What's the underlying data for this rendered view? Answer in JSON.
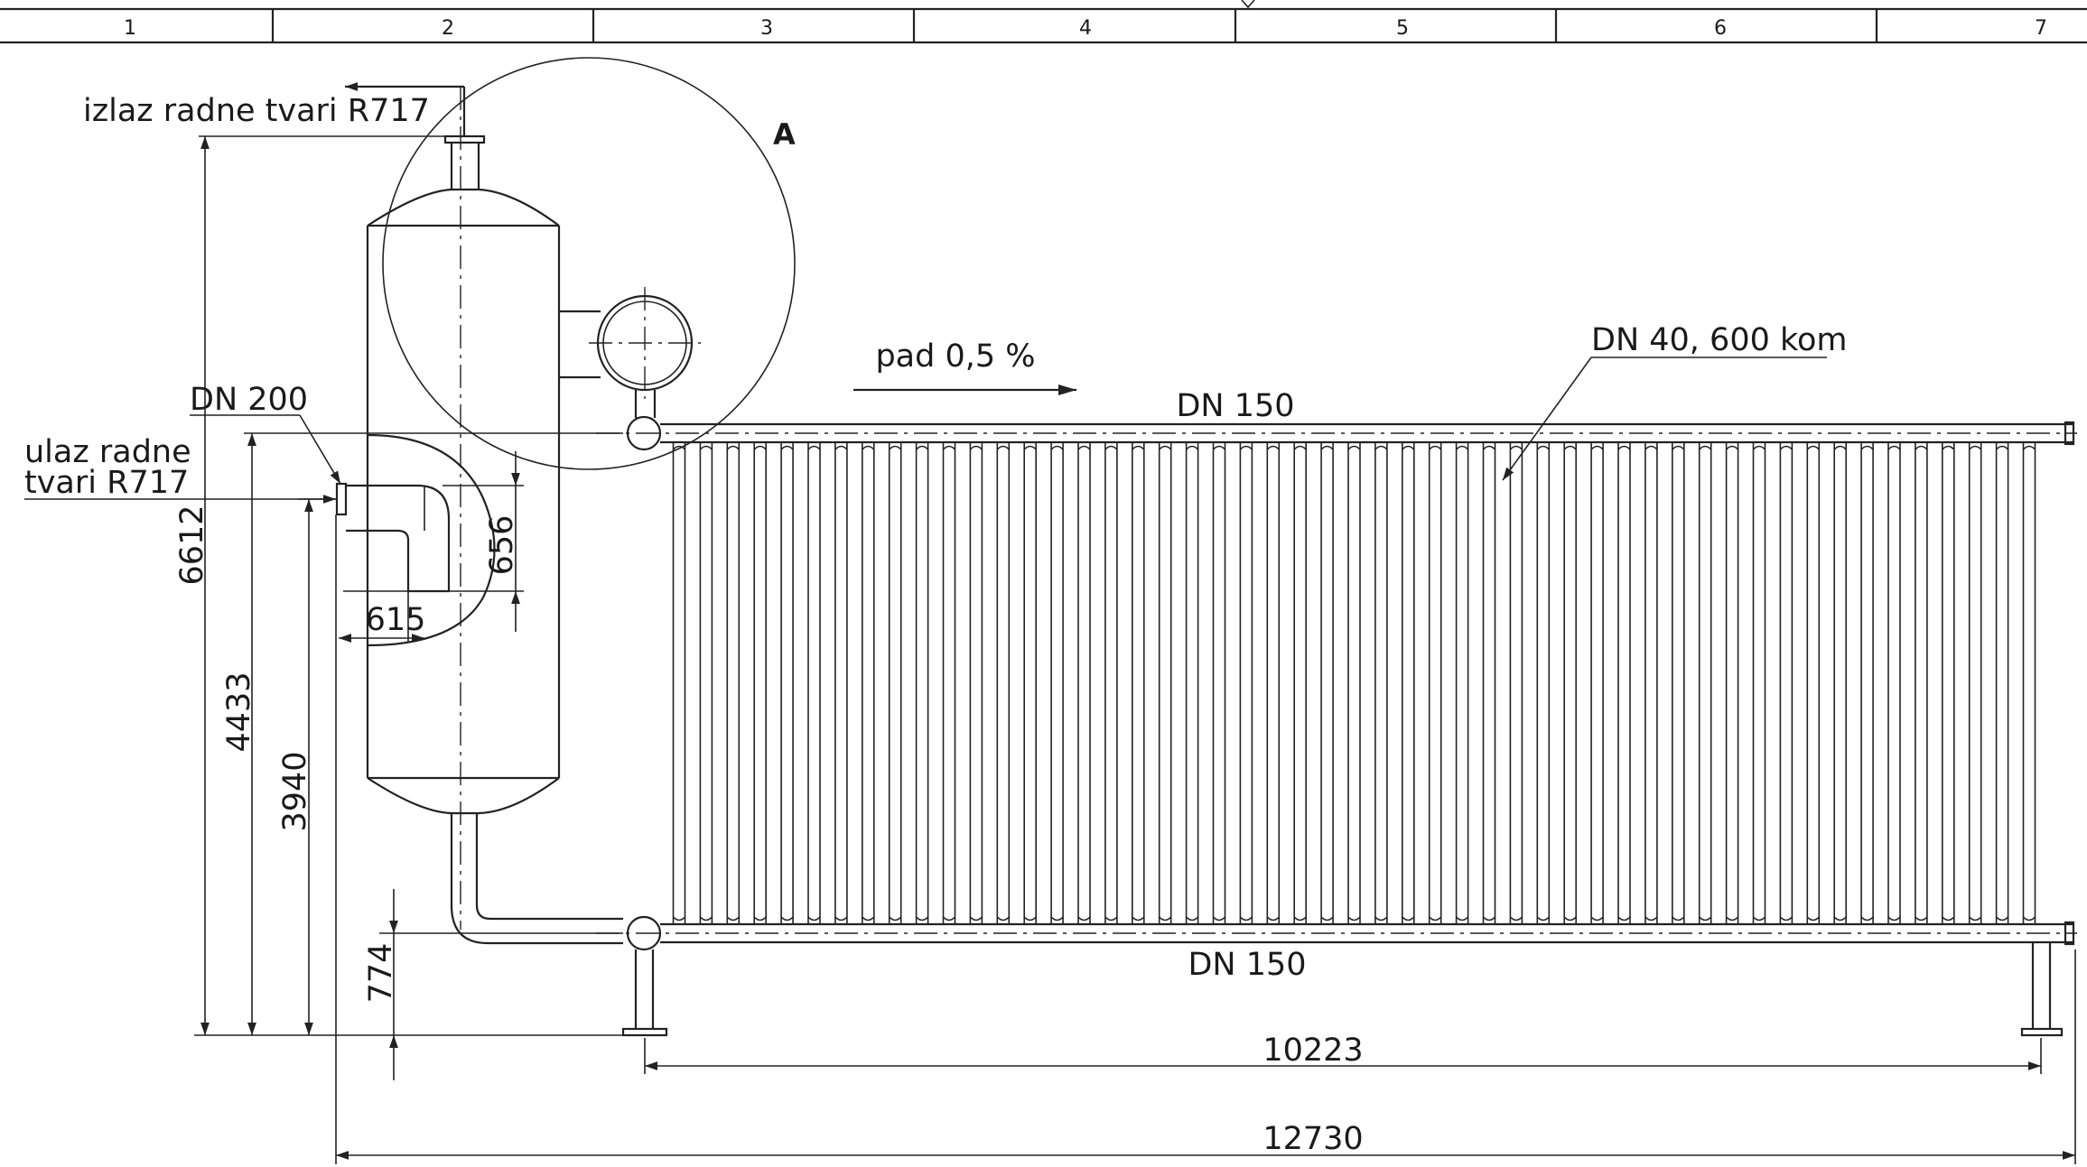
{
  "frame": {
    "zones": [
      "1",
      "2",
      "3",
      "4",
      "5",
      "6",
      "7"
    ]
  },
  "labels": {
    "outlet": "izlaz radne tvari R717",
    "inlet_line1": "ulaz radne",
    "inlet_line2": "tvari R717",
    "inlet_nozzle": "DN 200",
    "detail_mark": "A",
    "slope": "pad 0,5 %",
    "top_header": "DN 150",
    "bottom_header": "DN 150",
    "tubes": "DN 40, 600 kom"
  },
  "dimensions": {
    "overall_height": "6612",
    "inlet_height": "4433",
    "inlet_nozzle_height": "3940",
    "bottom_header_height": "774",
    "inner_pipe_height": "656",
    "inner_pipe_width": "615",
    "tube_field_length": "10223",
    "overall_length": "12730"
  }
}
